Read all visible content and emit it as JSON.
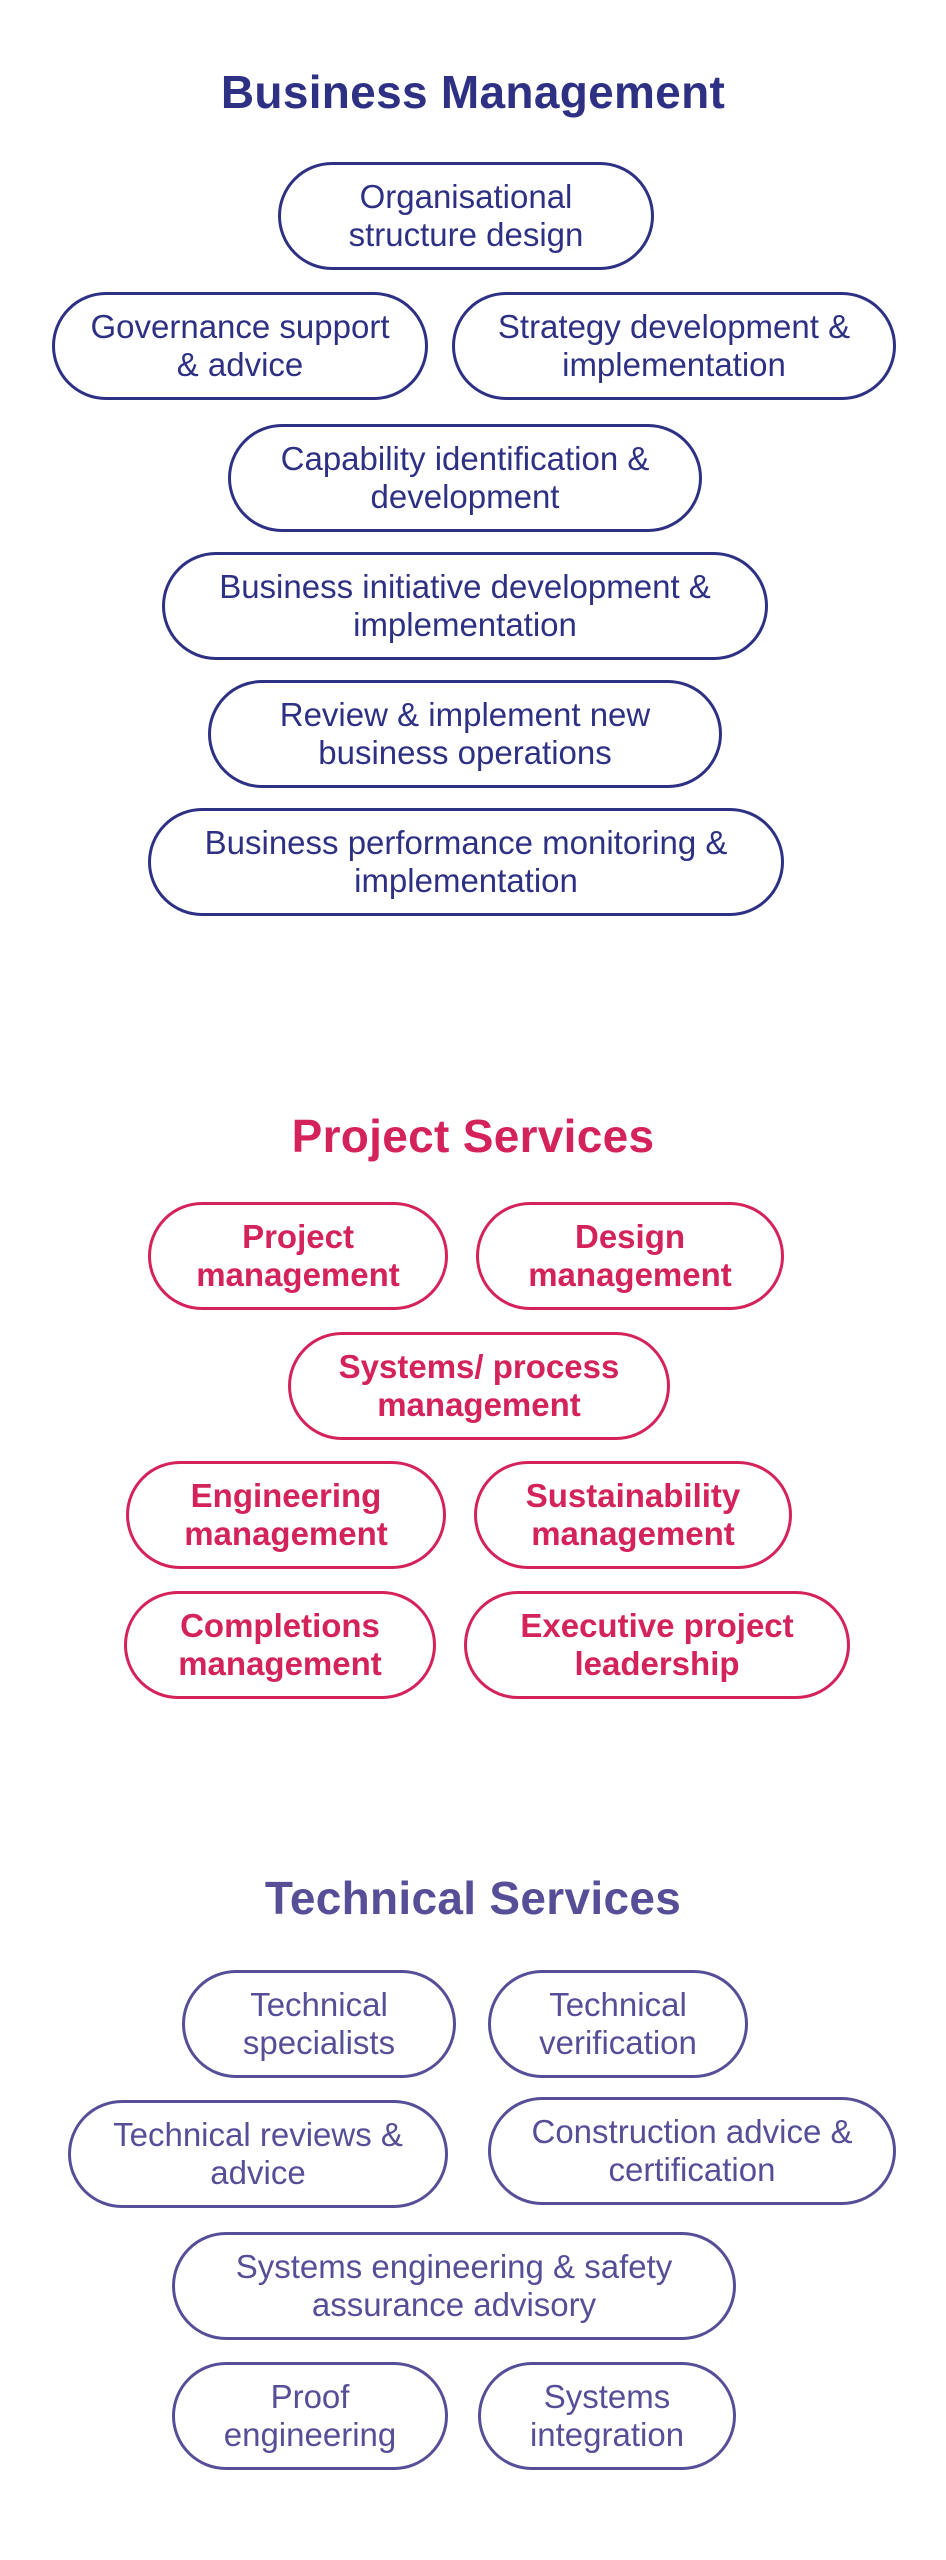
{
  "colors": {
    "business_management": "#2e3183",
    "project_services": "#d4235a",
    "technical_services": "#564f98"
  },
  "business_management": {
    "title": "Business Management",
    "items": [
      "Organisational structure design",
      "Governance support & advice",
      "Strategy development & implementation",
      "Capability identification & development",
      "Business initiative development & implementation",
      "Review & implement new business operations",
      "Business performance monitoring & implementation"
    ]
  },
  "project_services": {
    "title": "Project Services",
    "items": [
      "Project management",
      "Design management",
      "Systems/ process management",
      "Engineering management",
      "Sustainability management",
      "Completions management",
      "Executive project leadership"
    ]
  },
  "technical_services": {
    "title": "Technical Services",
    "items": [
      "Technical specialists",
      "Technical verification",
      "Technical reviews & advice",
      "Construction advice & certification",
      "Systems engineering & safety assurance advisory",
      "Proof engineering",
      "Systems integration"
    ]
  }
}
